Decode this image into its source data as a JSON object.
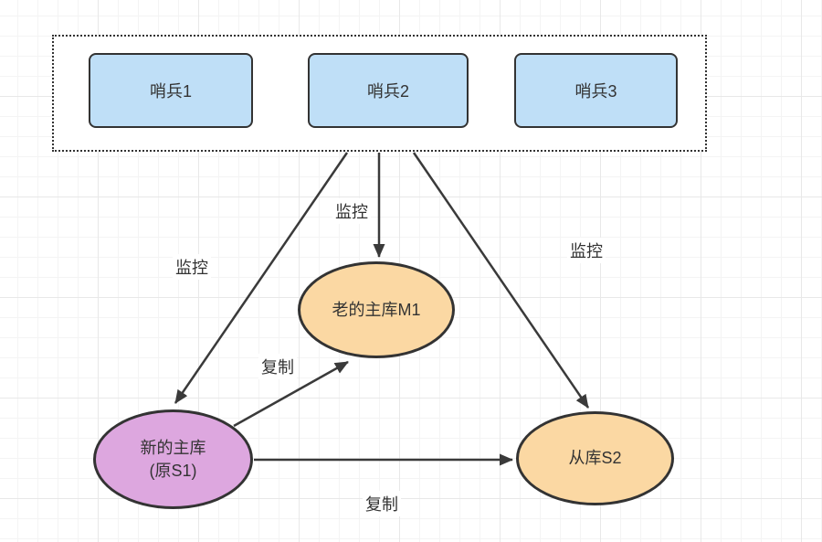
{
  "diagram": {
    "title": "redis-sentinel-failover-diagram",
    "sentinel_group": {
      "nodes": [
        {
          "label": "哨兵1"
        },
        {
          "label": "哨兵2"
        },
        {
          "label": "哨兵3"
        }
      ]
    },
    "nodes": {
      "old_master": {
        "label": "老的主库M1"
      },
      "new_master": {
        "label_line1": "新的主库",
        "label_line2": "(原S1)"
      },
      "slave": {
        "label": "从库S2"
      }
    },
    "edges": [
      {
        "from": "sentinels",
        "to": "new_master",
        "label": "监控"
      },
      {
        "from": "sentinels",
        "to": "old_master",
        "label": "监控"
      },
      {
        "from": "sentinels",
        "to": "slave",
        "label": "监控"
      },
      {
        "from": "new_master",
        "to": "old_master",
        "label": "复制"
      },
      {
        "from": "new_master",
        "to": "slave",
        "label": "复制"
      }
    ],
    "colors": {
      "sentinel_fill": "#bfdff7",
      "master_fill": "#fbd8a3",
      "new_master_fill": "#dda7df",
      "stroke": "#333333",
      "arrow": "#3a3a3a",
      "grid_line": "#e8e8e8",
      "canvas_bg": "#ffffff"
    }
  }
}
